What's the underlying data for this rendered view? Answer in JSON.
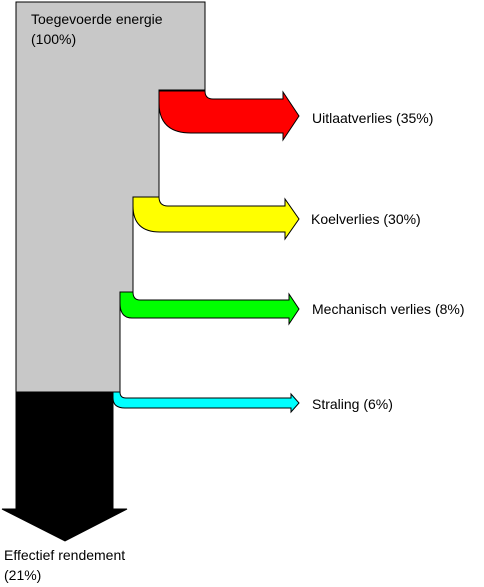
{
  "input": {
    "label": "Toegevoerde energie",
    "percent_label": "(100%)",
    "value": 100,
    "color": "#c8c8c8"
  },
  "losses": [
    {
      "label": "Uitlaatverlies (35%)",
      "value": 35,
      "color": "#ff0000"
    },
    {
      "label": "Koelverlies (30%)",
      "value": 30,
      "color": "#ffff00"
    },
    {
      "label": "Mechanisch verlies (8%)",
      "value": 8,
      "color": "#00ff00"
    },
    {
      "label": "Straling (6%)",
      "value": 6,
      "color": "#00ffff"
    }
  ],
  "output": {
    "label": "Effectief rendement",
    "percent_label": "(21%)",
    "value": 21,
    "color": "#000000"
  }
}
